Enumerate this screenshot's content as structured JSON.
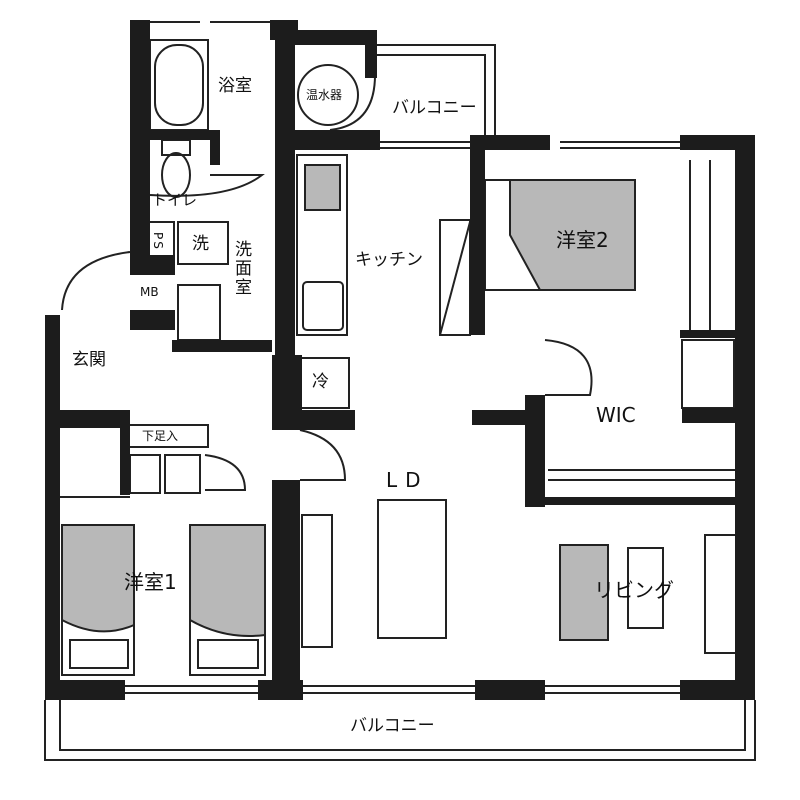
{
  "title": "Floor plan",
  "rooms": {
    "bathroom": "浴室",
    "water_heater": "温水器",
    "balcony_top": "バルコニー",
    "toilet": "トイレ",
    "ps": "PS",
    "washer": "洗",
    "washroom": "洗面室",
    "mb": "MB",
    "kitchen": "キッチン",
    "western_room_2": "洋室2",
    "entrance": "玄関",
    "fridge": "冷",
    "shoe_storage": "下足入",
    "wic": "WIC",
    "ld": "LD",
    "western_room_1": "洋室1",
    "living": "リビング",
    "balcony_bottom": "バルコニー"
  },
  "colors": {
    "wall": "#1c1c1c",
    "furniture_fill": "#b8b8b8",
    "line": "#222222"
  }
}
